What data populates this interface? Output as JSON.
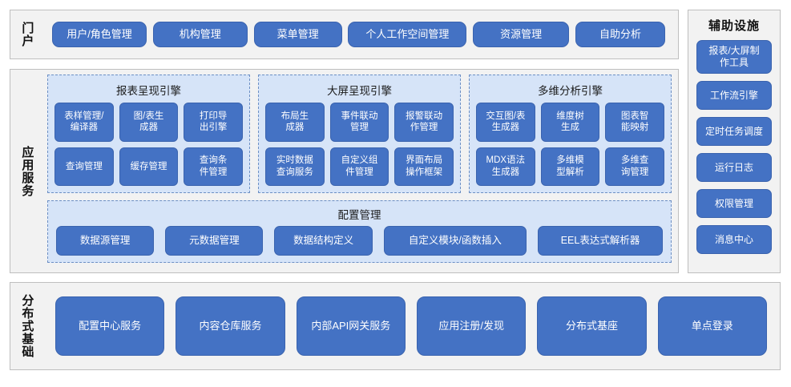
{
  "portal": {
    "label": "门户",
    "items": [
      {
        "label": "用户/角色管理"
      },
      {
        "label": "机构管理"
      },
      {
        "label": "菜单管理"
      },
      {
        "label": "个人工作空间管理"
      },
      {
        "label": "资源管理"
      },
      {
        "label": "自助分析"
      }
    ]
  },
  "application": {
    "label": "应用服务",
    "engines": [
      {
        "title": "报表呈现引擎",
        "items": [
          {
            "label": "表样管理/\n编译器"
          },
          {
            "label": "图/表生\n成器"
          },
          {
            "label": "打印导\n出引擎"
          },
          {
            "label": "查询管理"
          },
          {
            "label": "缓存管理"
          },
          {
            "label": "查询条\n件管理"
          }
        ]
      },
      {
        "title": "大屏呈现引擎",
        "items": [
          {
            "label": "布局生\n成器"
          },
          {
            "label": "事件联动\n管理"
          },
          {
            "label": "报警联动\n作管理"
          },
          {
            "label": "实时数据\n查询服务"
          },
          {
            "label": "自定义组\n件管理"
          },
          {
            "label": "界面布局\n操作框架"
          }
        ]
      },
      {
        "title": "多维分析引擎",
        "items": [
          {
            "label": "交互图/表\n生成器"
          },
          {
            "label": "维度树\n生成"
          },
          {
            "label": "图表智\n能映射"
          },
          {
            "label": "MDX语法\n生成器"
          },
          {
            "label": "多维模\n型解析"
          },
          {
            "label": "多维查\n询管理"
          }
        ]
      }
    ],
    "config": {
      "title": "配置管理",
      "items": [
        {
          "label": "数据源管理"
        },
        {
          "label": "元数据管理"
        },
        {
          "label": "数据结构定义"
        },
        {
          "label": "自定义模块/函数插入"
        },
        {
          "label": "EEL表达式解析器"
        }
      ]
    }
  },
  "base": {
    "label": "分布式基础",
    "items": [
      {
        "label": "配置中心服务"
      },
      {
        "label": "内容仓库服务"
      },
      {
        "label": "内部API网关服务"
      },
      {
        "label": "应用注册/发现"
      },
      {
        "label": "分布式基座"
      },
      {
        "label": "单点登录"
      }
    ]
  },
  "aux": {
    "title": "辅助设施",
    "items": [
      {
        "label": "报表/大屏制\n作工具",
        "tall": true
      },
      {
        "label": "工作流引擎",
        "tall": false
      },
      {
        "label": "定时任务调度",
        "tall": false
      },
      {
        "label": "运行日志",
        "tall": false
      },
      {
        "label": "权限管理",
        "tall": false
      },
      {
        "label": "消息中心",
        "tall": false
      }
    ]
  },
  "colors": {
    "button_blue": "#4472C4",
    "button_border": "#3A63AE",
    "panel_gray": "#F2F2F2",
    "panel_border": "#BFBFBF",
    "engine_blue": "#D6E4F8",
    "engine_dash": "#6C8FC4",
    "text_dark": "#111111"
  }
}
